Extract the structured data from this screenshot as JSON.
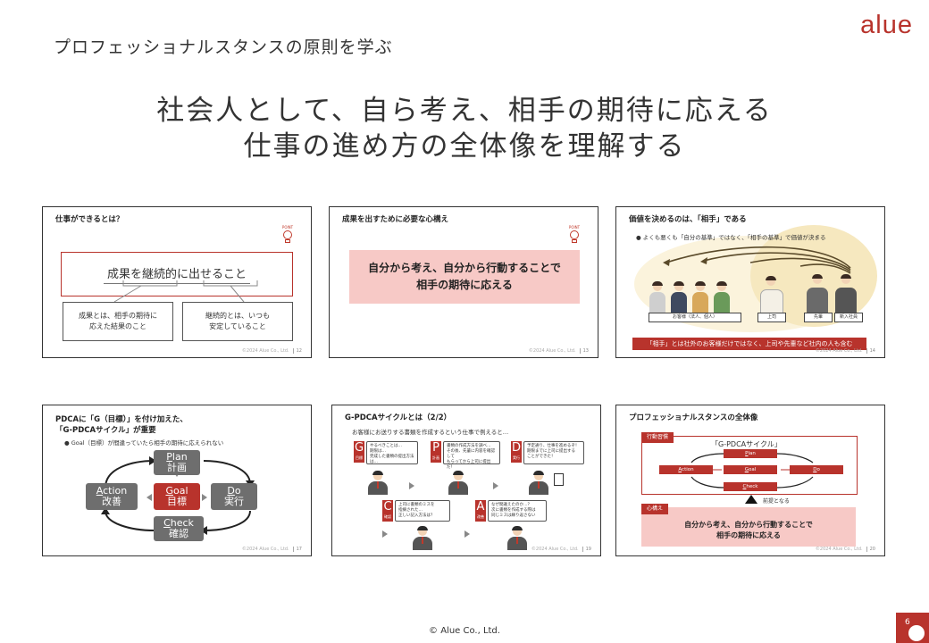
{
  "header": {
    "title": "プロフェッショナルスタンスの原則を学ぶ",
    "logo": "alue"
  },
  "headline": {
    "line1": "社会人として、自ら考え、相手の期待に応える",
    "line2": "仕事の進め方の全体像を理解する"
  },
  "slides": [
    {
      "title": "仕事ができるとは？",
      "bulb": "POINT",
      "main": "成果を継続的に出せること",
      "left": "成果とは、相手の期待に\n応えた結果のこと",
      "right": "継続的とは、いつも\n安定していること",
      "copyright": "©2024 Alue Co., Ltd.",
      "page": "12"
    },
    {
      "title": "成果を出すために必要な心構え",
      "bulb": "POINT",
      "box": "自分から考え、自分から行動することで\n相手の期待に応える",
      "copyright": "©2024 Alue Co., Ltd.",
      "page": "13"
    },
    {
      "title": "価値を決めるのは、「相手」である",
      "bullet": "●  よくも悪くも「自分の基準」ではなく、「相手の基準」で価値が決まる",
      "labels": [
        "お客様（法人、個人）",
        "上司",
        "先輩",
        "新入社員"
      ],
      "bar": "「相手」とは社外のお客様だけではなく、上司や先輩など社内の人も含む",
      "copyright": "©2024 Alue Co., Ltd.",
      "page": "14"
    },
    {
      "title": "PDCAに「G（目標）」を付け加えた、\n「G-PDCAサイクル」が重要",
      "bullet": "●  Goal（目標）が間違っていたら相手の期待に応えられない",
      "plan": {
        "en_first": "P",
        "en_rest": "lan",
        "jp": "計画"
      },
      "goal": {
        "en_first": "G",
        "en_rest": "oal",
        "jp": "目標"
      },
      "do": {
        "en_first": "D",
        "en_rest": "o",
        "jp": "実行"
      },
      "action": {
        "en_first": "A",
        "en_rest": "ction",
        "jp": "改善"
      },
      "check": {
        "en_first": "C",
        "en_rest": "heck",
        "jp": "確認"
      },
      "copyright": "©2024 Alue Co., Ltd.",
      "page": "17"
    },
    {
      "title": "G-PDCAサイクルとは（2/2）",
      "subtitle": "お客様にお送りする書類を作成するという仕事で例えると…",
      "steps": [
        {
          "letter": "G",
          "jp": "目標",
          "text": "やるべきことは…\n期限は…\n完成した書類の提出方法は…"
        },
        {
          "letter": "P",
          "jp": "計画",
          "text": "書類の作成方法を調べ…\nその後、先輩に内容を確認して\nもらってから上司に提出だ！"
        },
        {
          "letter": "D",
          "jp": "実行",
          "text": "予定通り、仕事を進めるぞ！\n期限までに上司に提出する\nことができた！"
        },
        {
          "letter": "C",
          "jp": "確認",
          "text": "上司に書類のミスを\n指摘された…\n正しい記入方法は？"
        },
        {
          "letter": "A",
          "jp": "改善",
          "text": "なぜ間違えたのか…？\n次に書類を作成する際は\n同じミスは繰り返さない"
        }
      ],
      "copyright": "©2024 Alue Co., Ltd.",
      "page": "19"
    },
    {
      "title": "プロフェッショナルスタンスの全体像",
      "tag1": "行動習慣",
      "cycle_label": "「G-PDCAサイクル」",
      "plan": {
        "en_first": "P",
        "en_rest": "lan"
      },
      "action": {
        "en_first": "A",
        "en_rest": "ction"
      },
      "goal": {
        "en_first": "G",
        "en_rest": "oal"
      },
      "do": {
        "en_first": "D",
        "en_rest": "o"
      },
      "check": {
        "en_first": "C",
        "en_rest": "heck"
      },
      "premise": "前提となる",
      "tag2": "心構え",
      "box": "自分から考え、自分から行動することで\n相手の期待に応える",
      "copyright": "©2024 Alue Co., Ltd.",
      "page": "20"
    }
  ],
  "footer": {
    "copyright": "© Alue Co., Ltd.",
    "page": "6"
  },
  "colors": {
    "accent": "#b8332c",
    "pink": "#f7c9c6",
    "gray": "#6e6e6e"
  }
}
